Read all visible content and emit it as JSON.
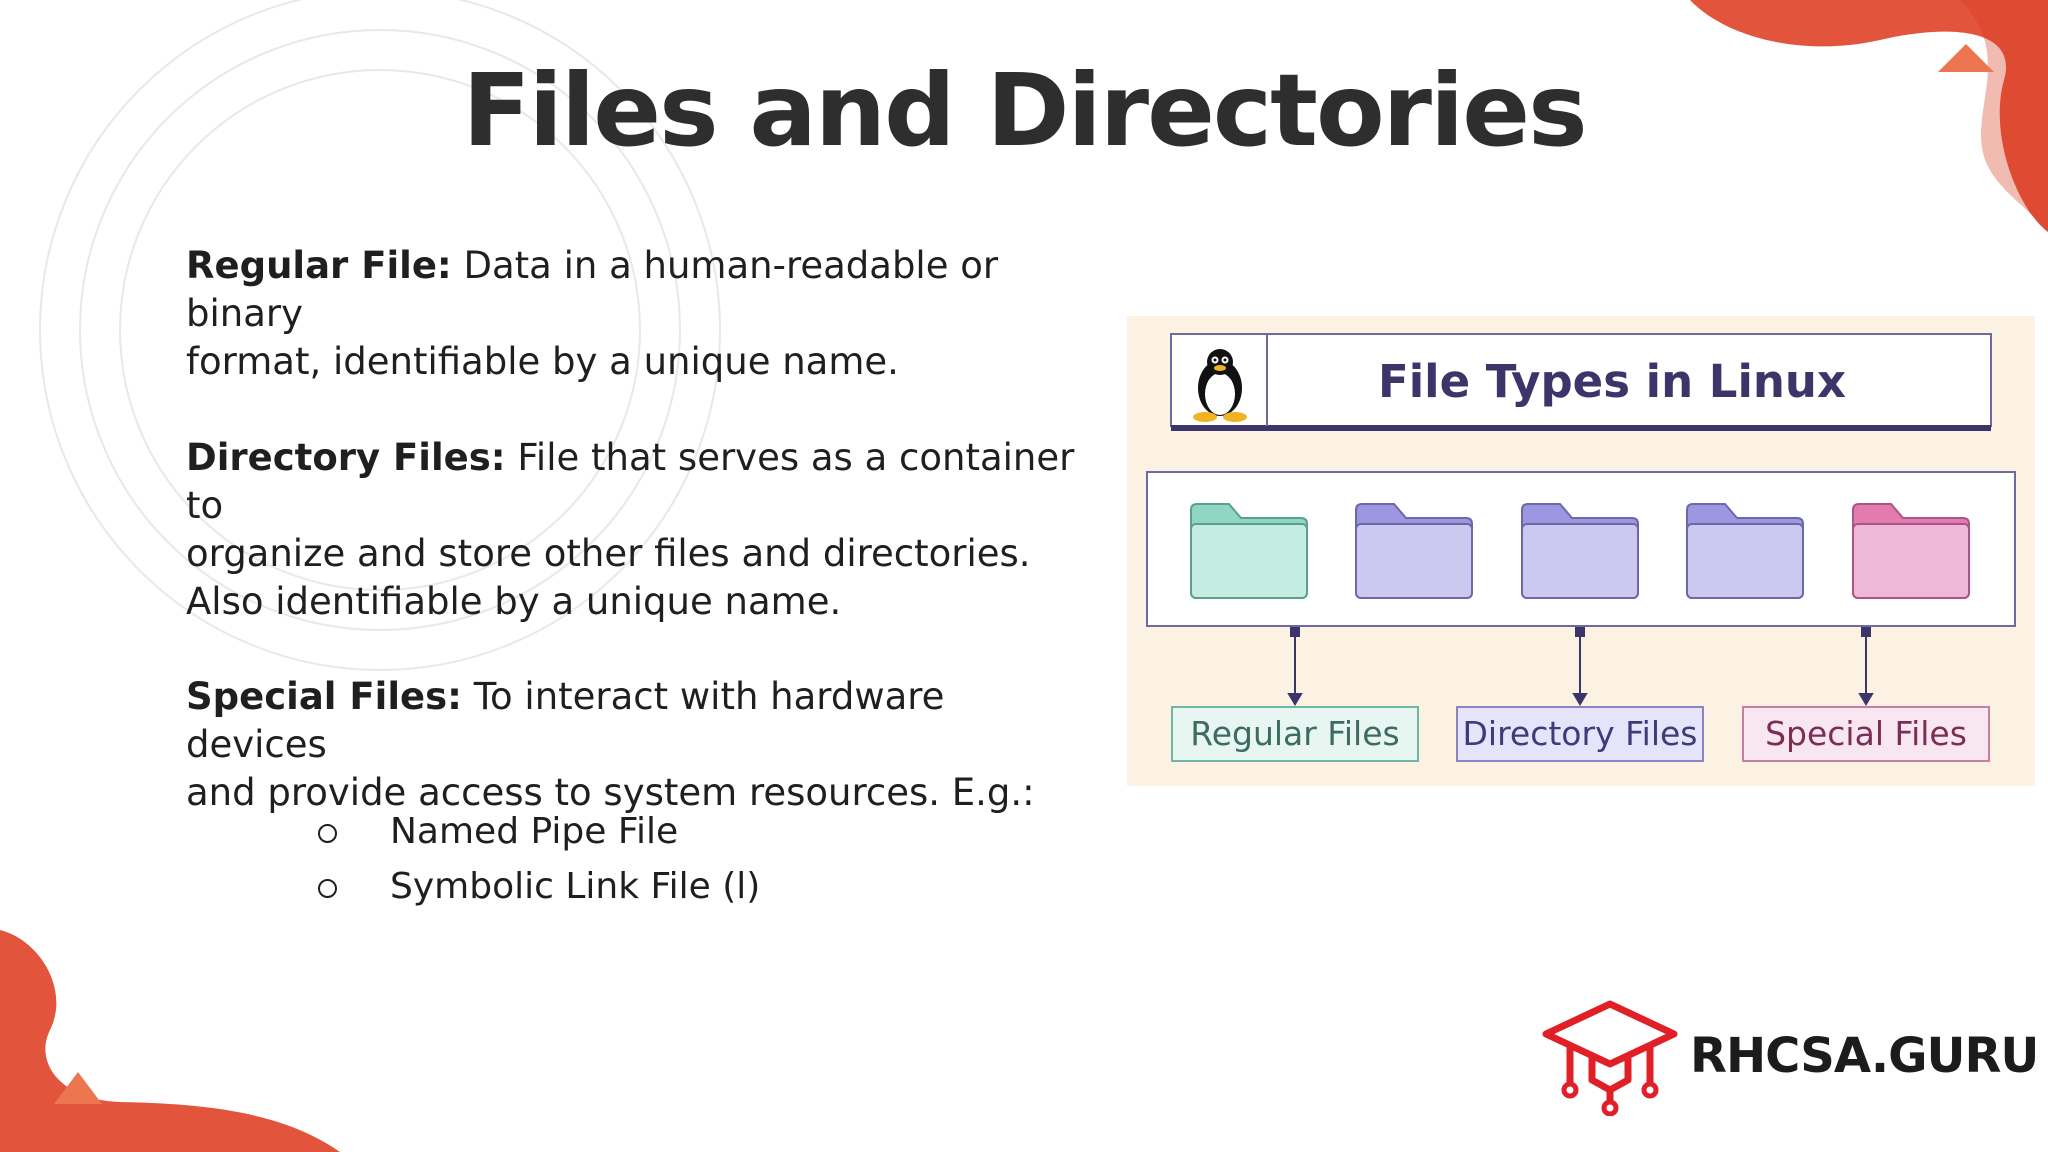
{
  "slide": {
    "title": "Files and Directories",
    "sections": [
      {
        "term": "Regular File:",
        "line1": " Data in a human-readable or binary",
        "line2": "format, identifiable by a unique name."
      },
      {
        "term": "Directory Files:",
        "line1": " File that serves as a container to",
        "line2": "organize and store other files and directories.",
        "line3": "Also identifiable by a unique name."
      },
      {
        "term": "Special Files:",
        "line1": " To interact with hardware devices",
        "line2": "and provide access to system resources. E.g.:"
      }
    ],
    "sub_items": [
      "Named Pipe File",
      "Symbolic Link File (l)"
    ]
  },
  "diagram": {
    "title": "File Types in Linux",
    "categories": [
      "Regular Files",
      "Directory Files",
      "Special Files"
    ],
    "folder_colors": [
      "#c4ece1",
      "#cdc8f0",
      "#cdc8f0",
      "#cdc8f0",
      "#efb8d6"
    ]
  },
  "brand": {
    "name": "RHCSA.GURU",
    "accent": "#e01f26"
  },
  "colors": {
    "decoration": "#e0452a",
    "title": "#2e2e2e"
  }
}
